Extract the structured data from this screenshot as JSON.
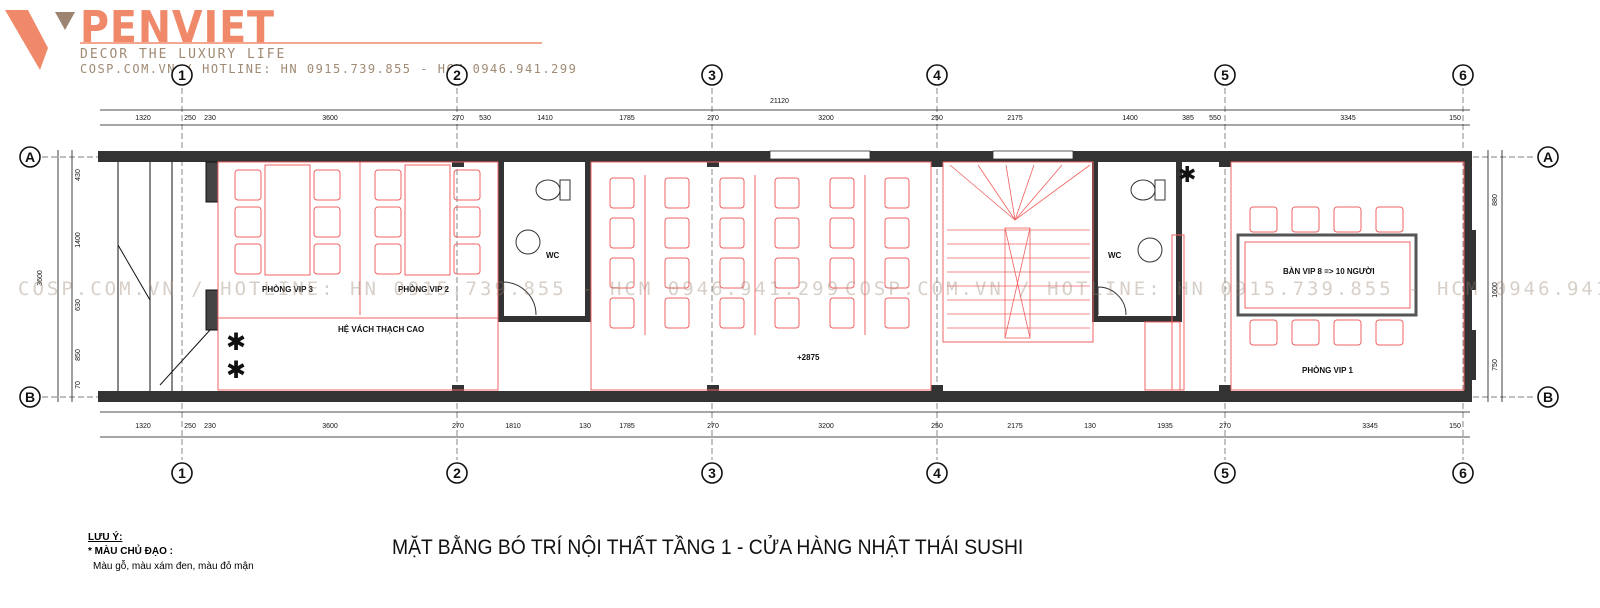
{
  "logo": {
    "word": "PENVIET",
    "tagline": "DECOR THE LUXURY LIFE",
    "hotline": "COSP.COM.VN / HOTLINE: HN 0915.739.855 - HCM 0946.941.299",
    "colors": {
      "brand": "#f0896a",
      "accent": "#a08a74"
    }
  },
  "watermark": "COSP.COM.VN / HOTLINE: HN 0915.739.855 - HCM 0946.941.299",
  "grid": {
    "columns": [
      "1",
      "2",
      "3",
      "4",
      "5",
      "6"
    ],
    "rows": [
      "A",
      "B"
    ]
  },
  "dimensions": {
    "overall": "21120",
    "top": [
      "1320",
      "250",
      "230",
      "3600",
      "270",
      "530",
      "1410",
      "1785",
      "270",
      "3200",
      "250",
      "2175",
      "1400",
      "385",
      "550",
      "3345",
      "150"
    ],
    "bottom": [
      "1320",
      "250",
      "230",
      "3600",
      "270",
      "1810",
      "130",
      "1785",
      "270",
      "3200",
      "250",
      "2175",
      "130",
      "1935",
      "270",
      "3345",
      "150"
    ],
    "left": [
      "430",
      "1400",
      "630",
      "850",
      "70"
    ],
    "left_total": "3600",
    "right": [
      "880",
      "1600",
      "750"
    ]
  },
  "rooms": {
    "vip3": "PHÒNG VIP 3",
    "vip2": "PHÒNG VIP 2",
    "wc1": "WC",
    "wc2": "WC",
    "vip1": "PHÒNG VIP 1",
    "vip1_table": "BÀN VIP 8 => 10 NGƯỜI",
    "partition": "HỆ VÁCH THẠCH CAO",
    "level": "+2875"
  },
  "notes": {
    "heading": "LƯU Ý:",
    "line1": "* MÀU CHỦ ĐẠO :",
    "line2": "Màu gỗ, màu xám đen, màu đỏ mận"
  },
  "title": "MẶT BẰNG BÓ TRÍ NỘI THẤT TẦNG 1 - CỬA HÀNG NHẬT THÁI SUSHI",
  "colors": {
    "wall": "#333333",
    "furniture": "#f06060",
    "lines": "#111111"
  }
}
